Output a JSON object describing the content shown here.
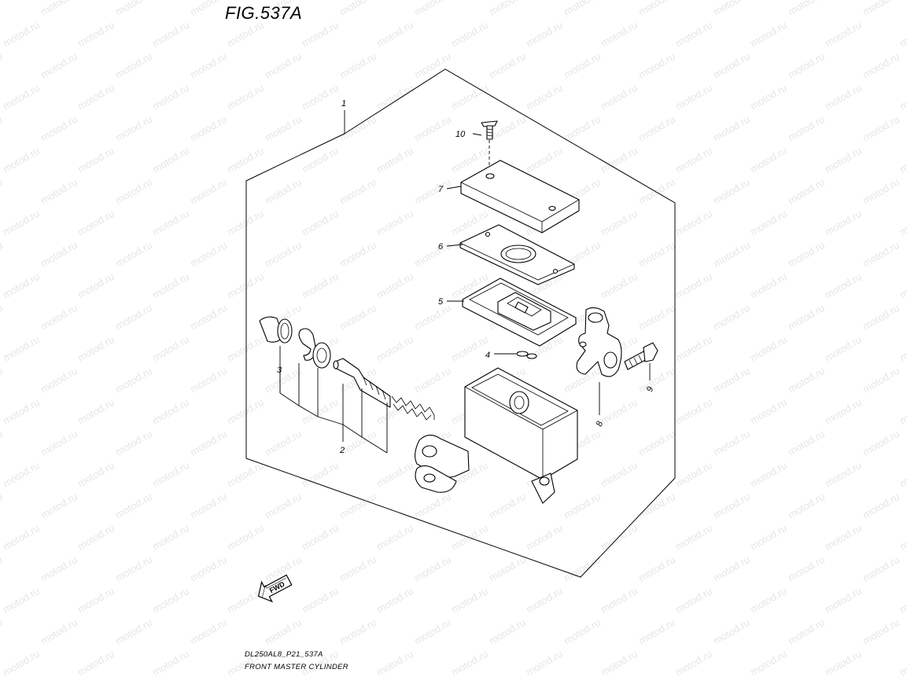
{
  "figure": {
    "title": "FIG.537A",
    "code": "DL250AL8_P21_537A",
    "name": "FRONT MASTER CYLINDER"
  },
  "watermark": {
    "text": "motod.ru"
  },
  "fwd_label": "FWD",
  "callouts": [
    {
      "number": "1",
      "part": "master-cylinder-assy"
    },
    {
      "number": "2",
      "part": "piston-cup-set"
    },
    {
      "number": "3",
      "part": "boot"
    },
    {
      "number": "4",
      "part": "screw-plate"
    },
    {
      "number": "5",
      "part": "plate"
    },
    {
      "number": "6",
      "part": "diaphragm"
    },
    {
      "number": "7",
      "part": "cap"
    },
    {
      "number": "8",
      "part": "holder"
    },
    {
      "number": "9",
      "part": "bolt"
    },
    {
      "number": "10",
      "part": "screw"
    }
  ],
  "colors": {
    "line": "#000000",
    "watermark": "#e6e6e6",
    "background": "#ffffff"
  }
}
